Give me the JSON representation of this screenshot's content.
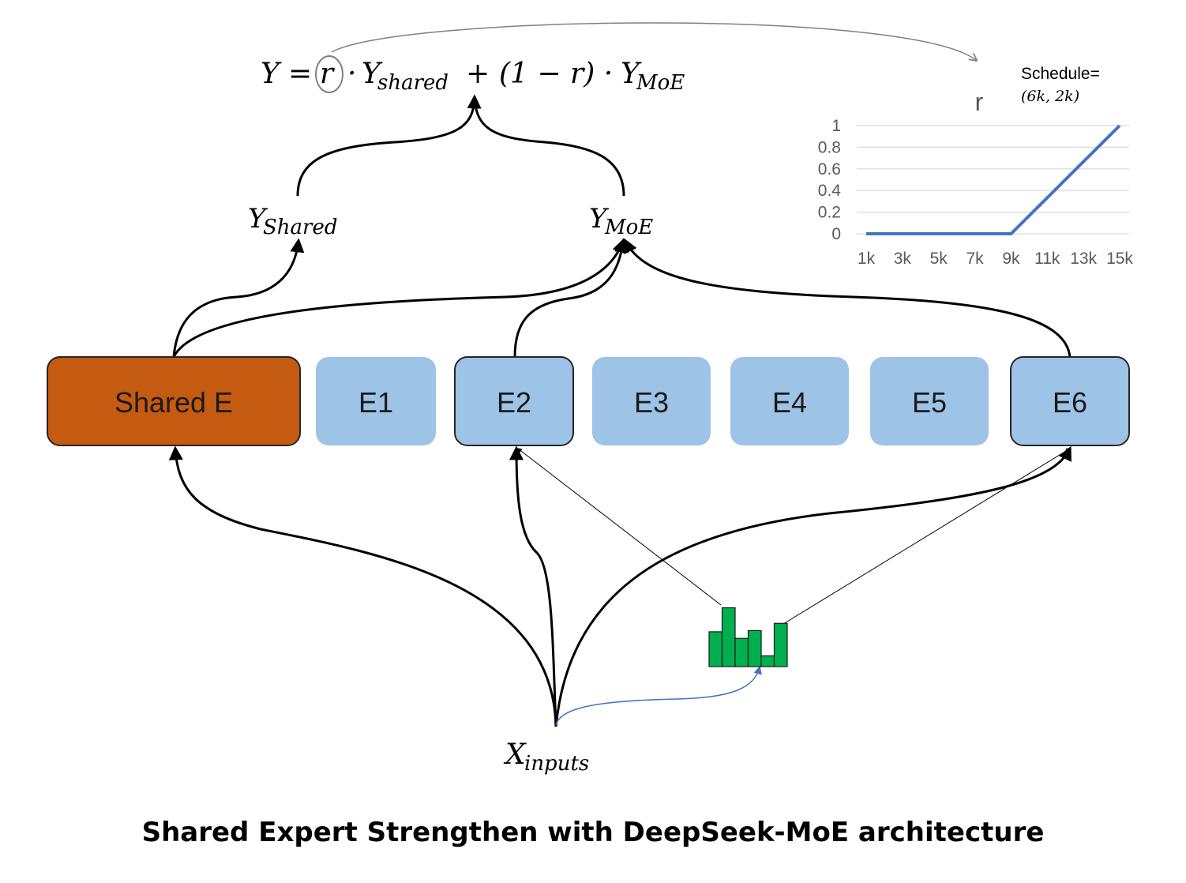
{
  "formula": {
    "lhs": "Y",
    "eq": "=",
    "r": "r",
    "dot1": "·",
    "y1": "Y",
    "y1_sub": "shared",
    "plus": "+",
    "mid": "(1 − r) ·",
    "y2": "Y",
    "y2_sub": "MoE"
  },
  "labels": {
    "y_shared": "Y",
    "y_shared_sub": "Shared",
    "y_moe": "Y",
    "y_moe_sub": "MoE",
    "x_inputs": "X",
    "x_inputs_sub": "inputs"
  },
  "experts": [
    {
      "label": "Shared E",
      "kind": "shared",
      "selected": true
    },
    {
      "label": "E1",
      "kind": "routed",
      "selected": false
    },
    {
      "label": "E2",
      "kind": "routed",
      "selected": true
    },
    {
      "label": "E3",
      "kind": "routed",
      "selected": false
    },
    {
      "label": "E4",
      "kind": "routed",
      "selected": false
    },
    {
      "label": "E5",
      "kind": "routed",
      "selected": false
    },
    {
      "label": "E6",
      "kind": "routed",
      "selected": true
    }
  ],
  "colors": {
    "shared_fill": "#c55a11",
    "expert_fill": "#9dc3e6",
    "router_bars": "#00b050",
    "line_series": "#4472c4",
    "axis_text": "#595959",
    "grid": "#d9d9d9"
  },
  "router_scores": [
    0.58,
    0.98,
    0.47,
    0.6,
    0.18,
    0.72
  ],
  "schedule": {
    "label": "Schedule=",
    "value": "(6k, 2k)"
  },
  "chart_data": {
    "type": "line",
    "title": "r",
    "xlabel": "",
    "ylabel": "",
    "categories": [
      "1k",
      "3k",
      "5k",
      "7k",
      "9k",
      "11k",
      "13k",
      "15k"
    ],
    "x_range": [
      1,
      15
    ],
    "ylim": [
      0,
      1
    ],
    "y_ticks": [
      "0",
      "0.2",
      "0.4",
      "0.6",
      "0.8",
      "1"
    ],
    "grid": true,
    "legend": "none",
    "series": [
      {
        "x": [
          1,
          2,
          3,
          4,
          5,
          6,
          7,
          8,
          9,
          10,
          11,
          12,
          13,
          14,
          15
        ],
        "values": [
          0,
          0,
          0,
          0,
          0,
          0,
          0,
          0,
          0,
          0.167,
          0.333,
          0.5,
          0.667,
          0.833,
          1.0
        ]
      }
    ]
  },
  "caption": "Shared Expert Strengthen with DeepSeek-MoE architecture"
}
